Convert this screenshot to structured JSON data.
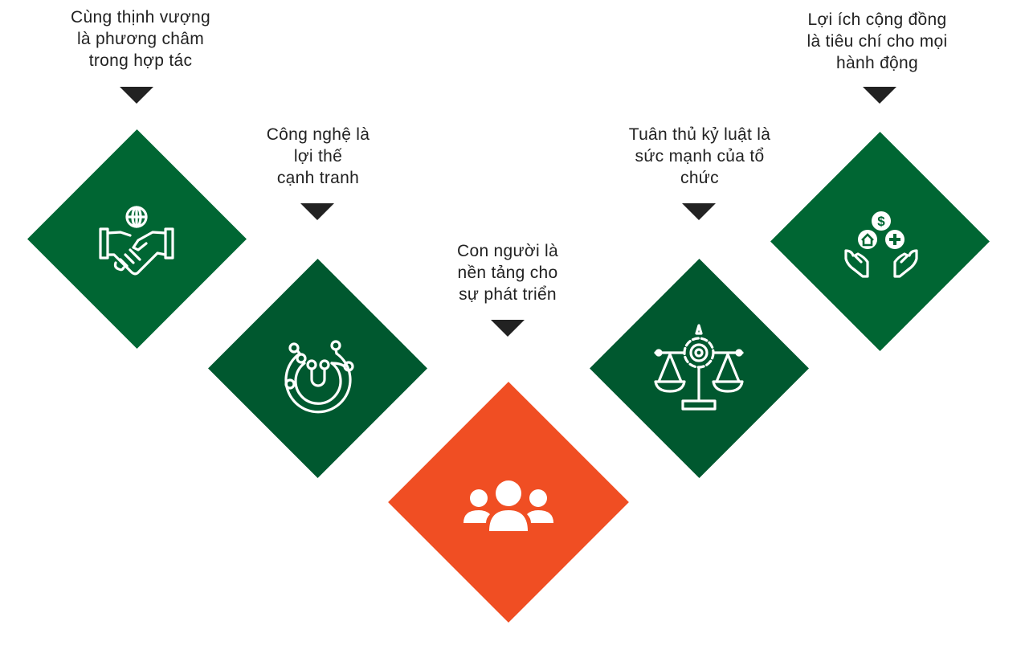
{
  "values": [
    {
      "id": "prosperity",
      "label": "Cùng thịnh vượng\nlà phương châm\ntrong hợp tác",
      "icon": "handshake-globe-icon",
      "color": "#006633"
    },
    {
      "id": "technology",
      "label": "Công nghệ là\nlợi thế\ncạnh tranh",
      "icon": "circuit-icon",
      "color": "#00582F"
    },
    {
      "id": "people",
      "label": "Con người là\nnền tảng cho\nsự phát triển",
      "icon": "people-group-icon",
      "color": "#F04E23"
    },
    {
      "id": "discipline",
      "label": "Tuân thủ kỷ luật là\nsức mạnh của tổ\nchức",
      "icon": "scales-gear-icon",
      "color": "#00582F"
    },
    {
      "id": "community",
      "label": "Lợi ích cộng đồng\nlà tiêu chí cho mọi\nhành động",
      "icon": "hands-community-icon",
      "color": "#006633"
    }
  ],
  "arrow_color": "#222222",
  "icon_color": "#ffffff"
}
